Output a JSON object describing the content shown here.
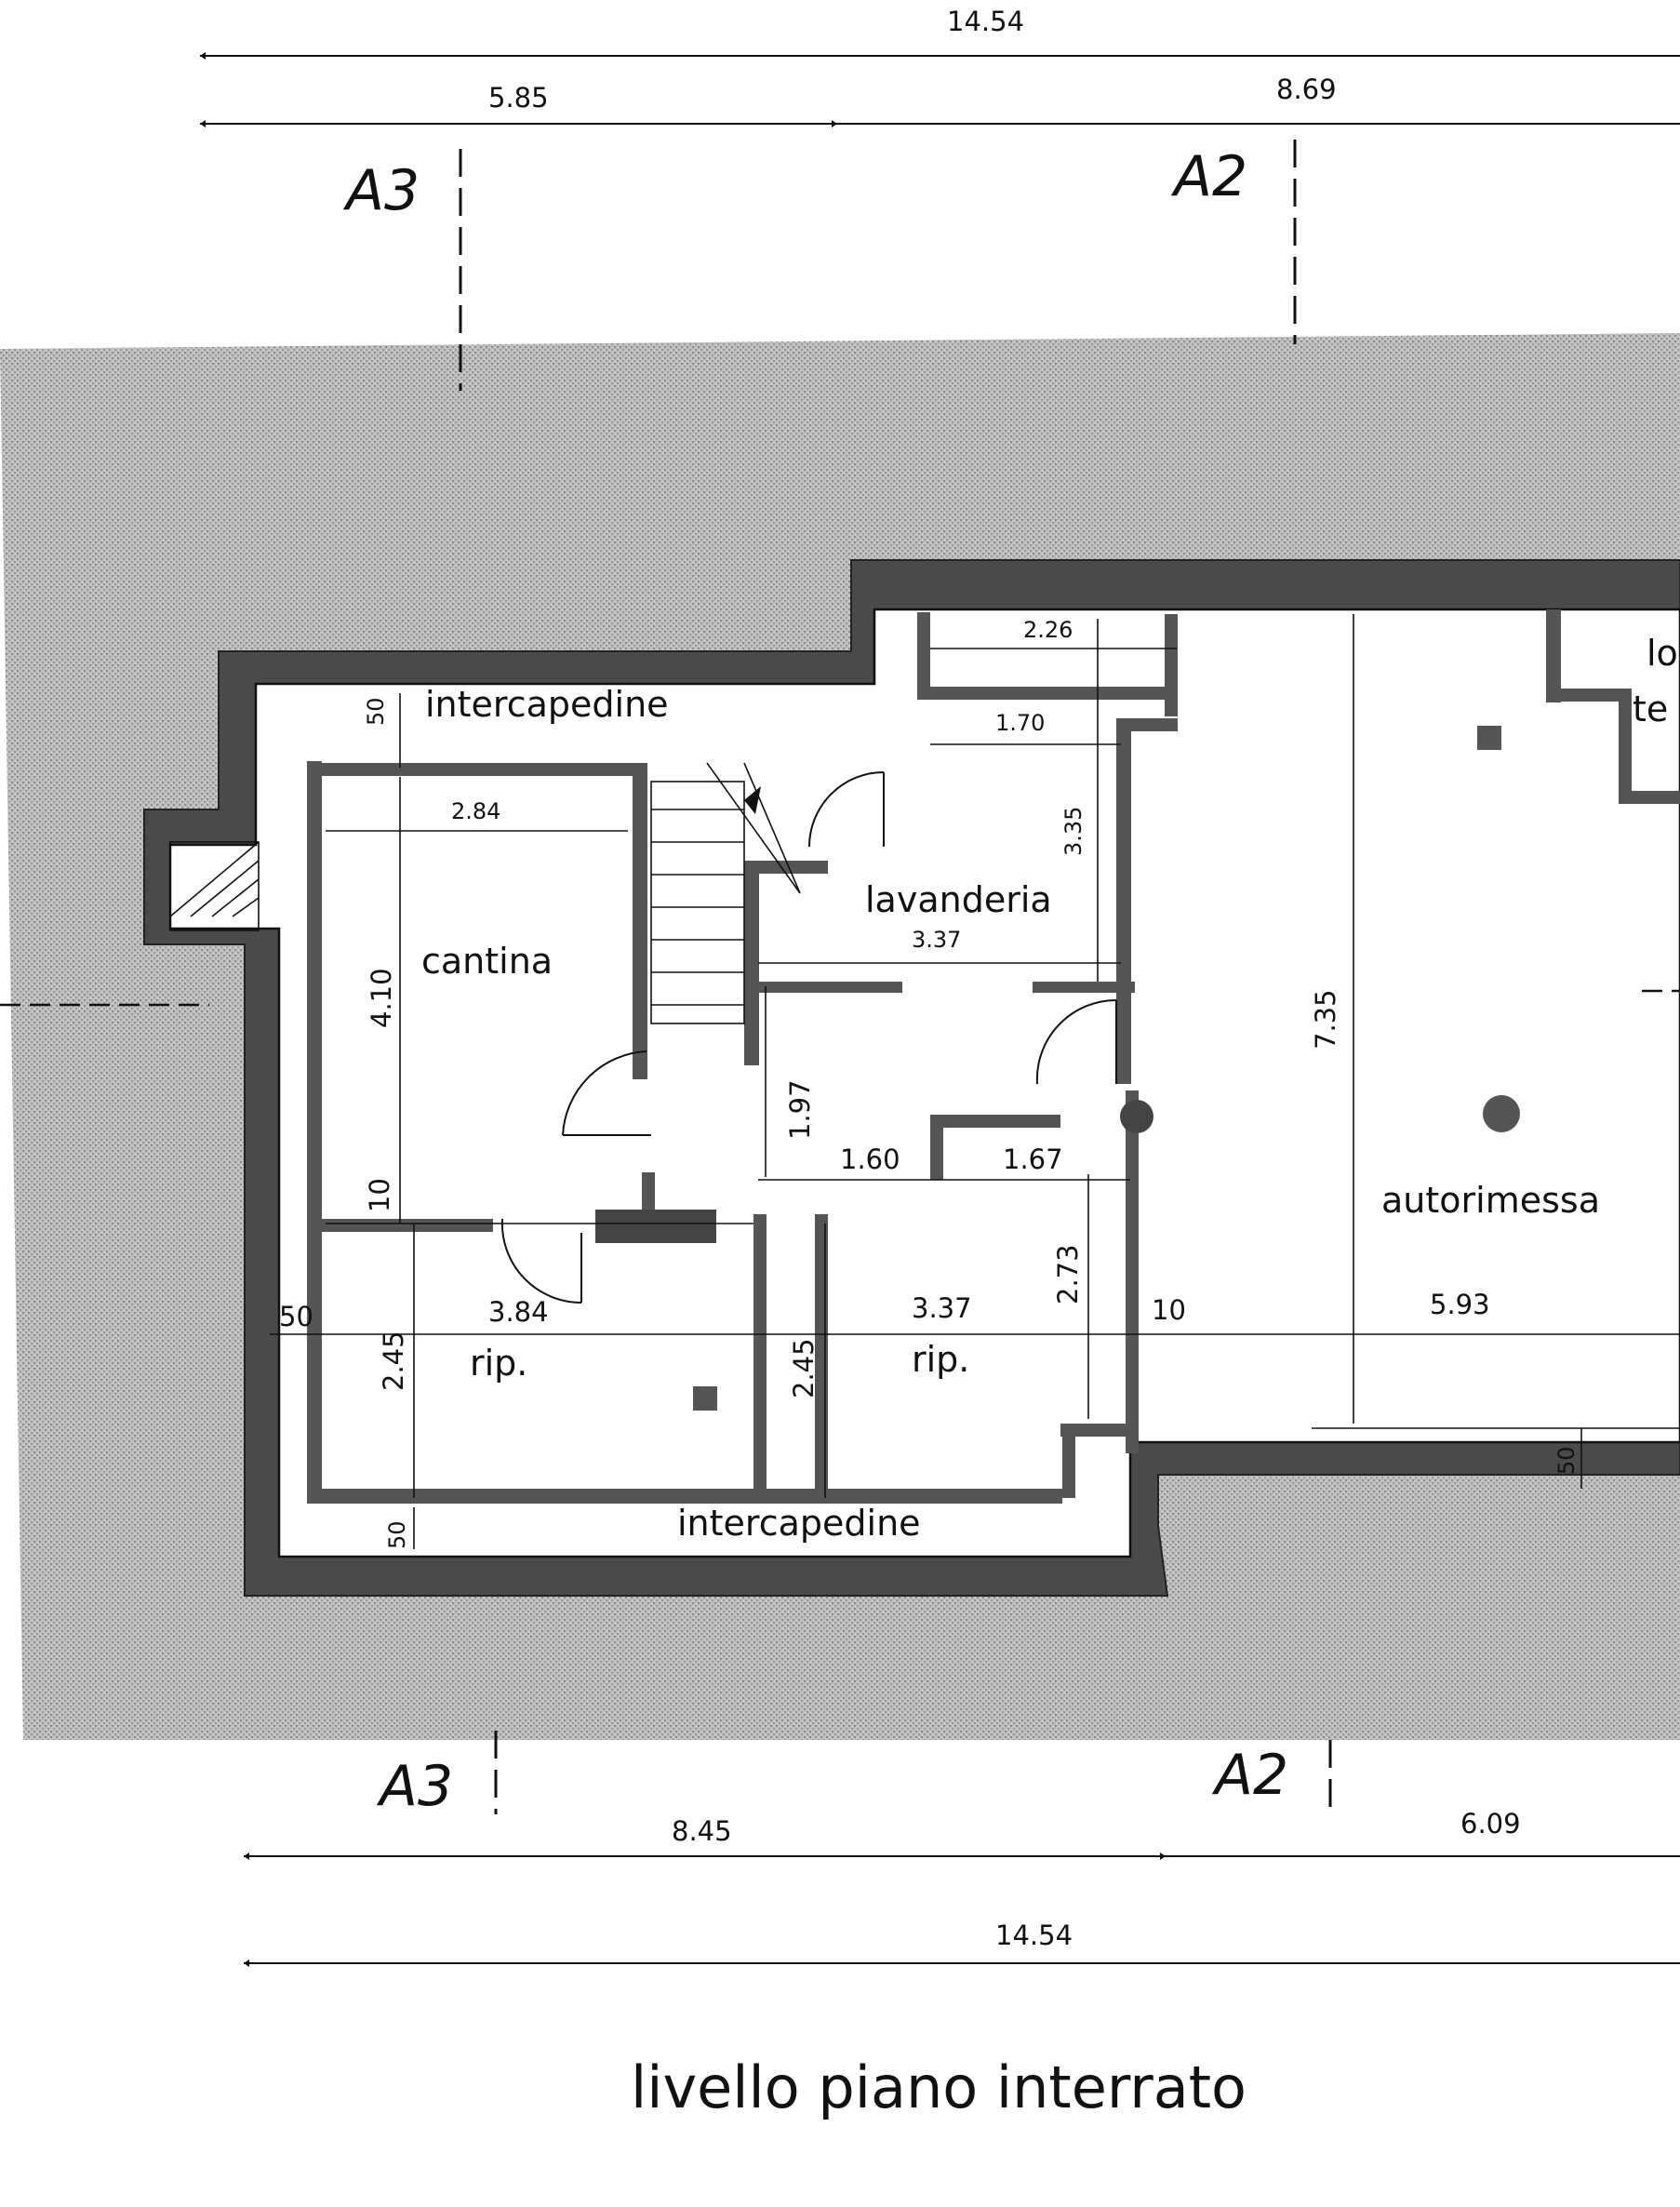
{
  "caption": "livello piano interrato",
  "sections": {
    "a3_top": "A3",
    "a2_top": "A2",
    "a3_bottom": "A3",
    "a2_bottom": "A2"
  },
  "top_dimensions": {
    "overall": "14.54",
    "left": "5.85",
    "right": "8.69"
  },
  "bottom_dimensions": {
    "left": "8.45",
    "right": "6.09",
    "overall": "14.54"
  },
  "rooms": {
    "intercapedine_top": "intercapedine",
    "intercapedine_bottom": "intercapedine",
    "cantina": "cantina",
    "lavanderia": "lavanderia",
    "autorimessa": "autorimessa",
    "rip_left": "rip.",
    "rip_right": "rip.",
    "cut_top": "lo",
    "cut_bottom": "te"
  },
  "dimensions": {
    "d_226": "2.26",
    "d_170": "1.70",
    "d_284": "2.84",
    "d_335": "3.35",
    "d_337a": "3.37",
    "d_410": "4.10",
    "d_197": "1.97",
    "d_735": "7.35",
    "d_160": "1.60",
    "d_167": "1.67",
    "d_10a": "10",
    "d_273": "2.73",
    "d_50a": "50",
    "d_384": "3.84",
    "d_337b": "3.37",
    "d_10b": "10",
    "d_593": "5.93",
    "d_245a": "2.45",
    "d_245b": "2.45",
    "d_50b": "50",
    "d_50c": "50",
    "d_50d": "50"
  }
}
